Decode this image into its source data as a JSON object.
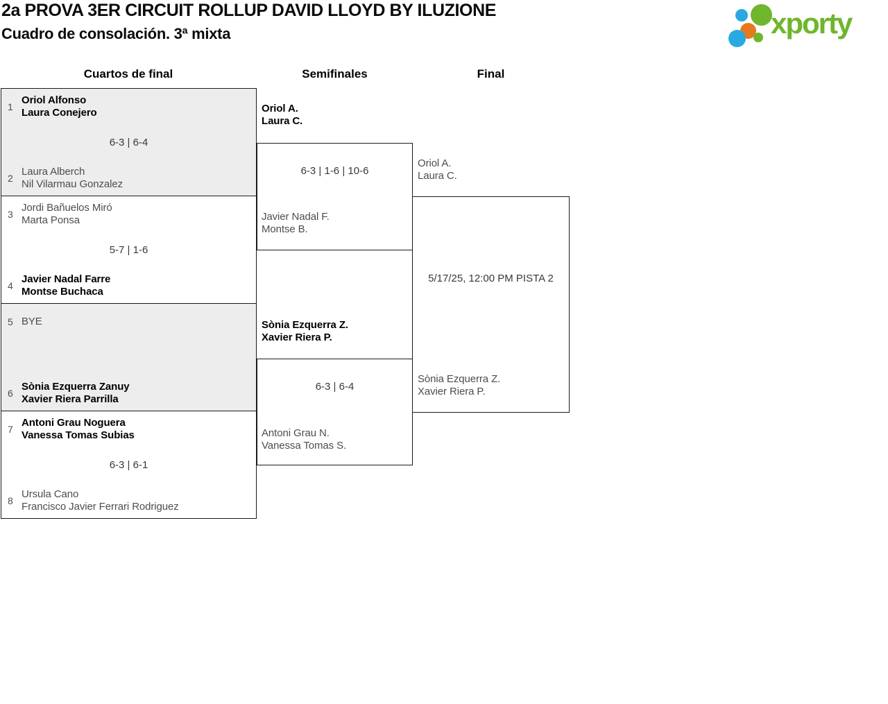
{
  "header": {
    "title": "2a PROVA 3ER CIRCUIT ROLLUP DAVID LLOYD BY ILUZIONE",
    "subtitle": "Cuadro de consolación. 3ª mixta",
    "logo": {
      "wordmark": "xporty",
      "colors": {
        "green": "#6fb62c",
        "blue": "#29a9e1",
        "orange": "#e5791e"
      }
    }
  },
  "columns": {
    "quarterfinals": "Cuartos de final",
    "semifinals": "Semifinales",
    "final": "Final"
  },
  "quarterfinals": [
    {
      "seed_top": "1",
      "team_top": {
        "line1": "Oriol Alfonso",
        "line2": "Laura Conejero",
        "winner": true
      },
      "score": "6-3 | 6-4",
      "seed_bottom": "2",
      "team_bottom": {
        "line1": "Laura Alberch",
        "line2": "Nil Vilarmau Gonzalez",
        "winner": false
      }
    },
    {
      "seed_top": "3",
      "team_top": {
        "line1": "Jordi Bañuelos Miró",
        "line2": "Marta Ponsa",
        "winner": false
      },
      "score": "5-7 | 1-6",
      "seed_bottom": "4",
      "team_bottom": {
        "line1": "Javier Nadal Farre",
        "line2": "Montse Buchaca",
        "winner": true
      }
    },
    {
      "seed_top": "5",
      "team_top": {
        "line1": "BYE",
        "winner": false
      },
      "score": "",
      "seed_bottom": "6",
      "team_bottom": {
        "line1": "Sònia Ezquerra Zanuy",
        "line2": "Xavier Riera Parrilla",
        "winner": true
      }
    },
    {
      "seed_top": "7",
      "team_top": {
        "line1": "Antoni Grau Noguera",
        "line2": "Vanessa Tomas Subias",
        "winner": true
      },
      "score": "6-3 | 6-1",
      "seed_bottom": "8",
      "team_bottom": {
        "line1": "Ursula Cano",
        "line2": "Francisco Javier Ferrari Rodriguez",
        "winner": false
      }
    }
  ],
  "semifinals": [
    {
      "team_top": {
        "line1": "Oriol A.",
        "line2": "Laura C.",
        "winner": true
      },
      "score": "6-3 | 1-6 | 10-6",
      "team_bottom": {
        "line1": "Javier Nadal F.",
        "line2": "Montse B.",
        "winner": false
      }
    },
    {
      "team_top": {
        "line1": "Sònia Ezquerra Z.",
        "line2": "Xavier Riera P.",
        "winner": true
      },
      "score": "6-3 | 6-4",
      "team_bottom": {
        "line1": "Antoni Grau N.",
        "line2": "Vanessa Tomas S.",
        "winner": false
      }
    }
  ],
  "final": {
    "team_top": {
      "line1": "Oriol A.",
      "line2": "Laura C."
    },
    "schedule": "5/17/25, 12:00 PM PISTA 2",
    "team_bottom": {
      "line1": "Sònia Ezquerra Z.",
      "line2": "Xavier Riera P."
    }
  },
  "colors": {
    "shaded_box_background": "#ededed",
    "border": "#1a1a1a",
    "winner_text": "#000000",
    "secondary_text": "#4d4d4d"
  }
}
